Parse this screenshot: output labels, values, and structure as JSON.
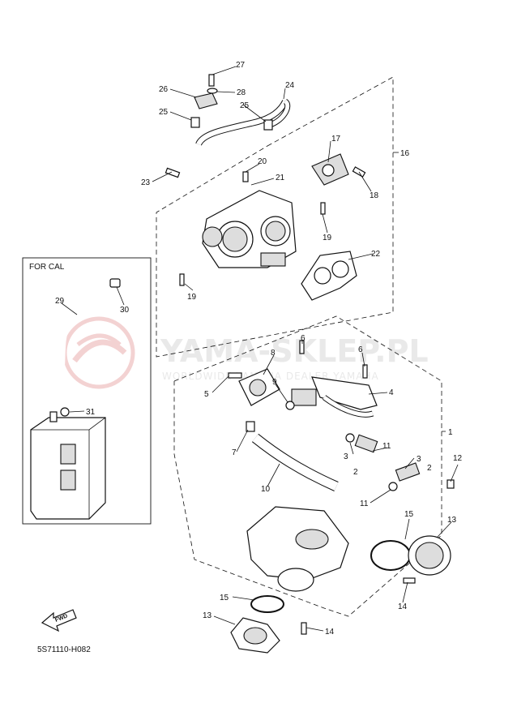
{
  "watermark": {
    "main": "YAMA-SKLEP.PL",
    "sub": "WORLDWIDE YAMAHA DEALER YAMAHA"
  },
  "inset": {
    "title": "FOR CAL"
  },
  "diagram_code": "5S71110-H082",
  "fwd_label": "FWD",
  "callouts": {
    "c27": "27",
    "c26": "26",
    "c28": "28",
    "c24": "24",
    "c25a": "25",
    "c25b": "25",
    "c16": "16",
    "c17": "17",
    "c20": "20",
    "c21": "21",
    "c23": "23",
    "c18": "18",
    "c19a": "19",
    "c19b": "19",
    "c22": "22",
    "c29": "29",
    "c30": "30",
    "c31": "31",
    "c6a": "6",
    "c6b": "6",
    "c8": "8",
    "c9": "9",
    "c5": "5",
    "c4": "4",
    "c1": "1",
    "c7": "7",
    "c3a": "3",
    "c3b": "3",
    "c2a": "2",
    "c2b": "2",
    "c11a": "11",
    "c11b": "11",
    "c12": "12",
    "c10": "10",
    "c15a": "15",
    "c15b": "15",
    "c13a": "13",
    "c13b": "13",
    "c14a": "14",
    "c14b": "14"
  }
}
